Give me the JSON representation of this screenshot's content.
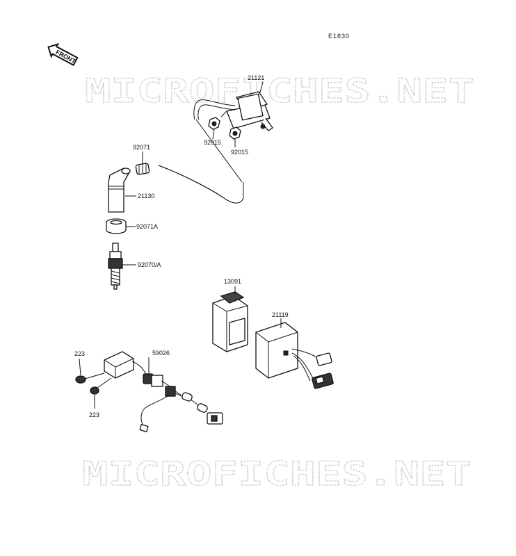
{
  "diagram_code": "E1830",
  "front_label": "FRONT",
  "watermark": "MICROFICHES.NET",
  "parts": {
    "ignition_coil": "21121",
    "coil_nut_left": "92015",
    "coil_nut_right": "92015",
    "cap": "92071",
    "plug_cap": "21130",
    "cap_seal": "92071A",
    "spark_plug": "92070/A",
    "cdi_cover": "13091",
    "cdi_unit": "21119",
    "screw_top": "223",
    "screw_bottom": "223",
    "switch_harness": "59026"
  }
}
